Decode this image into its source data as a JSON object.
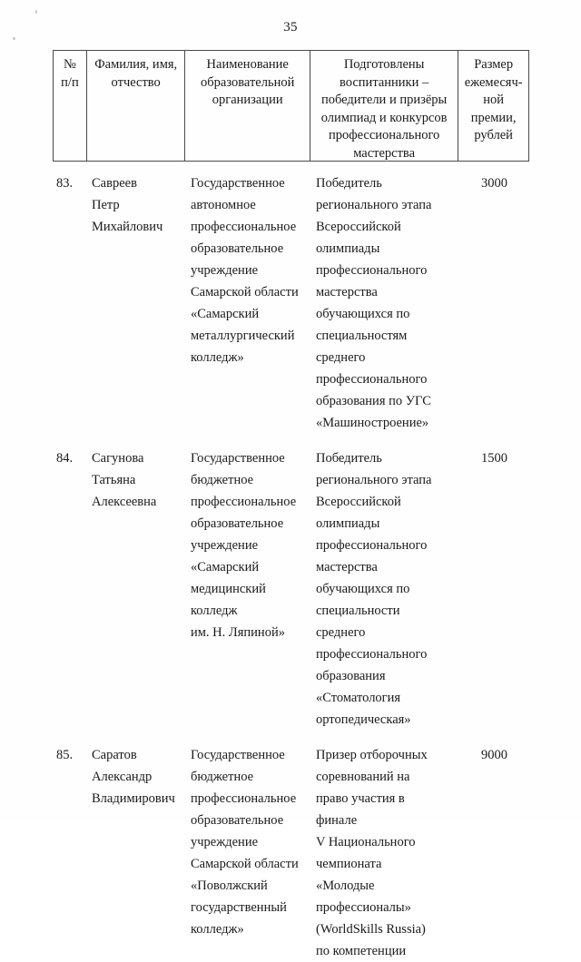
{
  "document": {
    "page_number": "35"
  },
  "table": {
    "headers": {
      "number": "№\nп/п",
      "name": "Фамилия, имя,\nотчество",
      "organization": "Наименование\nобразовательной\nорганизации",
      "achievement": "Подготовлены\nвоспитанники –\nпобедители и призёры\nолимпиад и конкурсов\nпрофессионального\nмастерства",
      "amount": "Размер\nежемесяч-\nной\nпремии,\nрублей"
    },
    "rows": [
      {
        "number": "83.",
        "name": "Савреев\nПетр\nМихайлович",
        "organization": "Государственное\nавтономное\nпрофессиональное\nобразовательное\nучреждение\nСамарской области\n«Самарский\nметаллургический\nколледж»",
        "achievement": "Победитель\nрегионального этапа\nВсероссийской\nолимпиады\nпрофессионального\nмастерства\nобучающихся по\nспециальностям\nсреднего\nпрофессионального\nобразования по УГС\n«Машиностроение»",
        "amount": "3000"
      },
      {
        "number": "84.",
        "name": "Сагунова\nТатьяна\nАлексеевна",
        "organization": "Государственное\nбюджетное\nпрофессиональное\nобразовательное\nучреждение\n«Самарский\nмедицинский\nколледж\nим. Н. Ляпиной»",
        "achievement": "Победитель\nрегионального этапа\nВсероссийской\nолимпиады\nпрофессионального\nмастерства\nобучающихся по\nспециальности\nсреднего\nпрофессионального\nобразования\n«Стоматология\nортопедическая»",
        "amount": "1500"
      },
      {
        "number": "85.",
        "name": "Саратов\nАлександр\nВладимирович",
        "organization": "Государственное\nбюджетное\nпрофессиональное\nобразовательное\nучреждение\nСамарской области\n«Поволжский\nгосударственный\nколледж»",
        "achievement": "Призер отборочных\nсоревнований на\nправо участия в\nфинале\nV Национального\nчемпионата\n«Молодые\nпрофессионалы»\n(WorldSkills Russia)\nпо компетенции",
        "amount": "9000"
      }
    ]
  }
}
